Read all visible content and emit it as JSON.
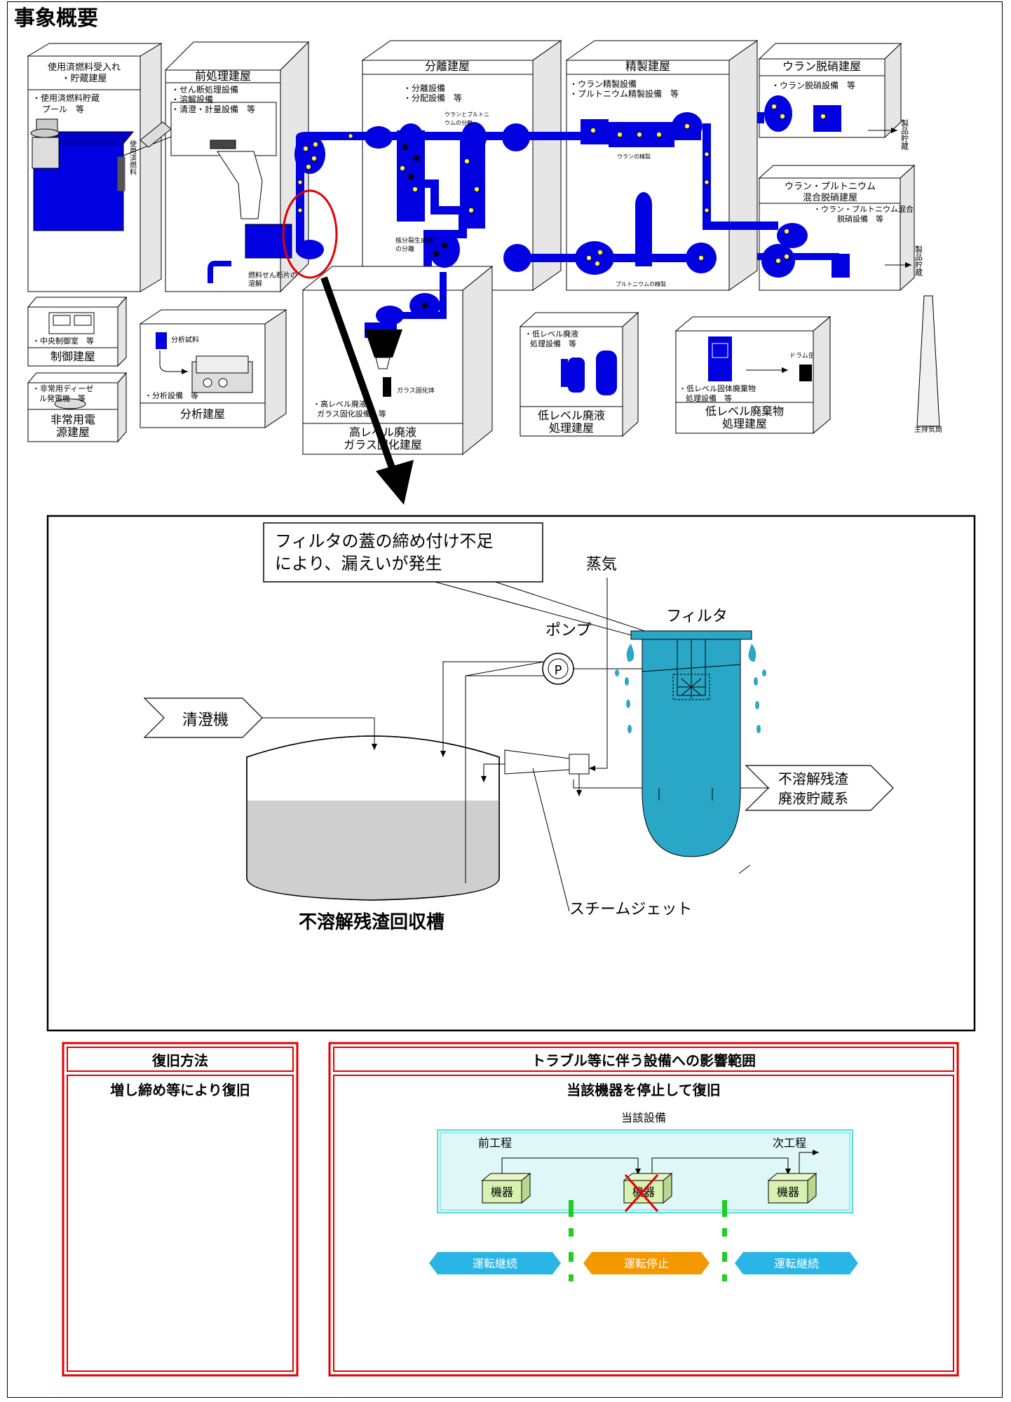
{
  "page_title": "事象概要",
  "plant": {
    "receive": {
      "name": "使用済燃料受入れ・貯蔵建屋",
      "name_l1": "使用済燃料受入れ",
      "name_l2": "・貯蔵建屋",
      "item1": "・使用済燃料貯蔵",
      "item2": "プール　等",
      "spent_fuel_label": "使用済燃料"
    },
    "pretreat": {
      "name": "前処理建屋",
      "items": [
        "・せん断処理設備",
        "・溶解設備",
        "・清澄・計量設備　等"
      ],
      "dissolve_1": "燃料せん断片の",
      "dissolve_2": "溶解"
    },
    "separation": {
      "name": "分離建屋",
      "items": [
        "・分離設備",
        "・分配設備　等"
      ],
      "u_pu_1": "ウランとプルトニ",
      "u_pu_2": "ウムの分離",
      "fp_1": "核分裂生成物",
      "fp_2": "の分離"
    },
    "purification": {
      "name": "精製建屋",
      "items": [
        "・ウラン精製設備",
        "・プルトニウム精製設備　等"
      ],
      "u_purify": "ウランの精製",
      "pu_purify": "プルトニウムの精製"
    },
    "u_denitration": {
      "name": "ウラン脱硝建屋",
      "items": [
        "・ウラン脱硝設備　等"
      ],
      "product": "製品貯蔵"
    },
    "mox_denitration": {
      "name_l1": "ウラン・プルトニウム",
      "name_l2": "混合脱硝建屋",
      "item1": "・ウラン・プルトニウム混合",
      "item2": "脱硝設備　等",
      "product": "製品貯蔵"
    },
    "control": {
      "item": "・中央制御室　等",
      "name": "制御建屋"
    },
    "emergency": {
      "item1": "・非常用ディーゼ",
      "item2": "ル発電機　等",
      "name_l1": "非常用電",
      "name_l2": "源建屋"
    },
    "analysis": {
      "sample": "分析試料",
      "item": "・分析設備　等",
      "name": "分析建屋"
    },
    "hlw": {
      "item1": "・高レベル廃液",
      "item2": "ガラス固化設備　等",
      "name_l1": "高レベル廃液",
      "name_l2": "ガラス固化建屋",
      "glass": "ガラス固化体"
    },
    "llw_liquid": {
      "item1": "・低レベル廃液",
      "item2": "処理設備　等",
      "name_l1": "低レベル廃液",
      "name_l2": "処理建屋"
    },
    "llw_solid": {
      "drum": "ドラム缶",
      "item1": "・低レベル固体廃棄物",
      "item2": "処理設備　等",
      "name_l1": "低レベル廃棄物",
      "name_l2": "処理建屋"
    },
    "stack": "主排気筒"
  },
  "detail": {
    "callout_l1": "フィルタの蓋の締め付け不足",
    "callout_l2": "により、漏えいが発生",
    "steam": "蒸気",
    "filter": "フィルタ",
    "pump": "ポンプ",
    "pump_symbol": "P",
    "clarifier": "清澄機",
    "storage_l1": "不溶解残渣",
    "storage_l2": "廃液貯蔵系",
    "steam_jet": "スチームジェット",
    "tank": "不溶解残渣回収槽"
  },
  "recovery": {
    "header": "復旧方法",
    "body": "増し締め等により復旧"
  },
  "impact": {
    "header": "トラブル等に伴う設備への影響範囲",
    "body": "当該機器を停止して復旧",
    "facility": "当該設備",
    "prev": "前工程",
    "next": "次工程",
    "device": "機器",
    "status_left": "運転継続",
    "status_mid": "運転停止",
    "status_right": "運転継続"
  },
  "colors": {
    "process_blue": "#0000e0",
    "filter_cyan": "#2aa6c6",
    "border_red": "#e00000",
    "stop_orange": "#f39800",
    "run_cyan": "#29b6e6"
  }
}
